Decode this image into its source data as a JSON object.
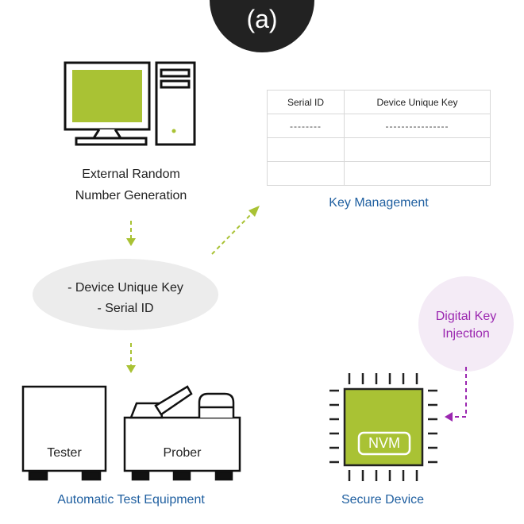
{
  "badge": "(a)",
  "computer": {
    "label_line1": "External Random",
    "label_line2": "Number Generation"
  },
  "table": {
    "headers": [
      "Serial ID",
      "Device Unique Key"
    ],
    "rows": [
      [
        "--------",
        "----------------"
      ],
      [
        "",
        ""
      ],
      [
        "",
        ""
      ]
    ],
    "caption": "Key Management"
  },
  "keys": {
    "line1": "- Device Unique Key",
    "line2": "- Serial ID"
  },
  "ate": {
    "tester": "Tester",
    "prober": "Prober",
    "caption": "Automatic Test Equipment"
  },
  "injection": {
    "line1": "Digital Key",
    "line2": "Injection"
  },
  "chip": {
    "nvm": "NVM",
    "caption": "Secure Device"
  },
  "colors": {
    "accent_green": "#a9c234",
    "blue_text": "#1f5fa0",
    "purple": "#9b27b0",
    "badge": "#222222"
  }
}
